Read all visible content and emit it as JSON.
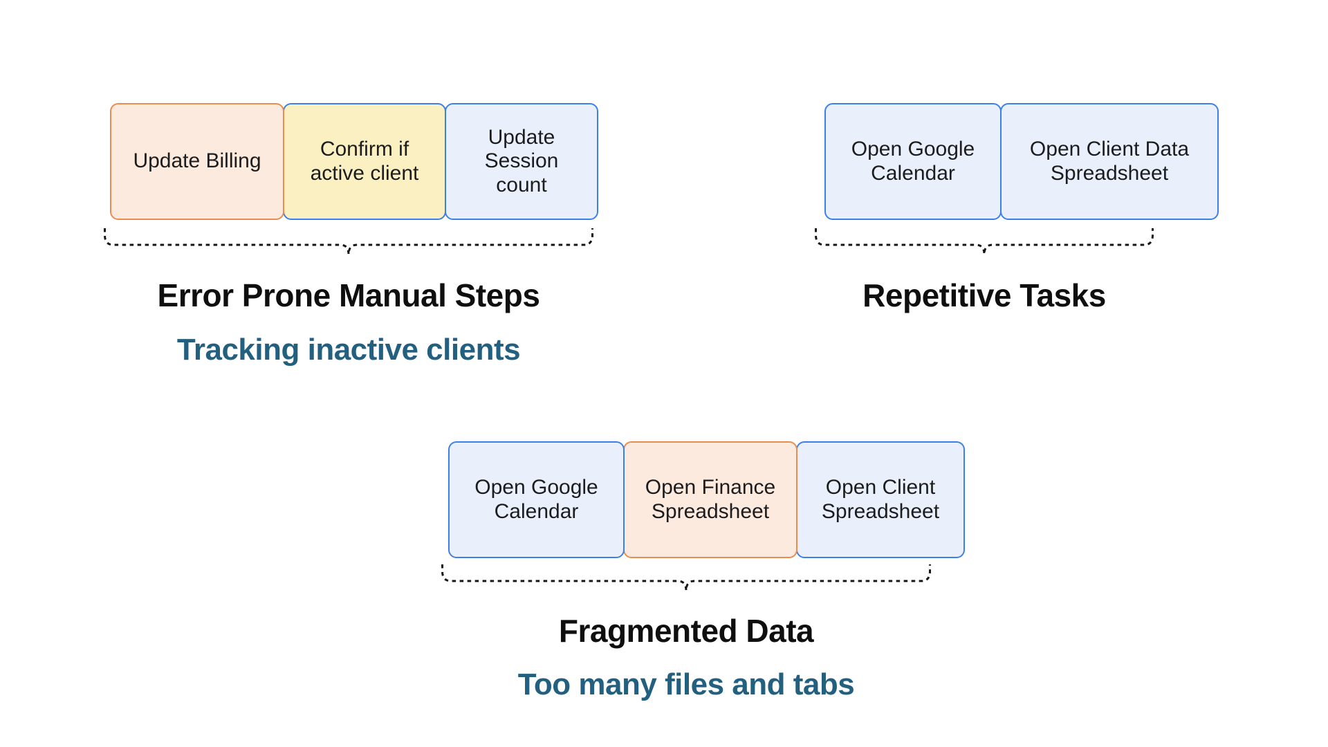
{
  "page": {
    "background": "#ffffff"
  },
  "colors": {
    "peach_fill": "#fceade",
    "peach_border": "#e88d4f",
    "yellow_fill": "#faf0c2",
    "blue_fill": "#e9f0fb",
    "blue_border": "#3d7fe8",
    "title_text": "#0f0f0f",
    "subtitle_text": "#23607f",
    "bracket_stroke": "#151515"
  },
  "groups": [
    {
      "id": "error-prone-manual-steps",
      "boxes": [
        {
          "label": "Update Billing",
          "fill": "peach"
        },
        {
          "label": "Confirm if\nactive client",
          "fill": "yellow"
        },
        {
          "label": "Update\nSession\ncount",
          "fill": "blue"
        }
      ],
      "title": "Error Prone Manual Steps",
      "subtitle": "Tracking inactive clients"
    },
    {
      "id": "repetitive-tasks",
      "boxes": [
        {
          "label": "Open Google\nCalendar",
          "fill": "blue"
        },
        {
          "label": "Open Client Data\nSpreadsheet",
          "fill": "blue"
        }
      ],
      "title": "Repetitive Tasks",
      "subtitle": ""
    },
    {
      "id": "fragmented-data",
      "boxes": [
        {
          "label": "Open Google\nCalendar",
          "fill": "blue"
        },
        {
          "label": "Open Finance\nSpreadsheet",
          "fill": "peach"
        },
        {
          "label": "Open Client\nSpreadsheet",
          "fill": "blue"
        }
      ],
      "title": "Fragmented Data",
      "subtitle": "Too many files and tabs"
    }
  ]
}
